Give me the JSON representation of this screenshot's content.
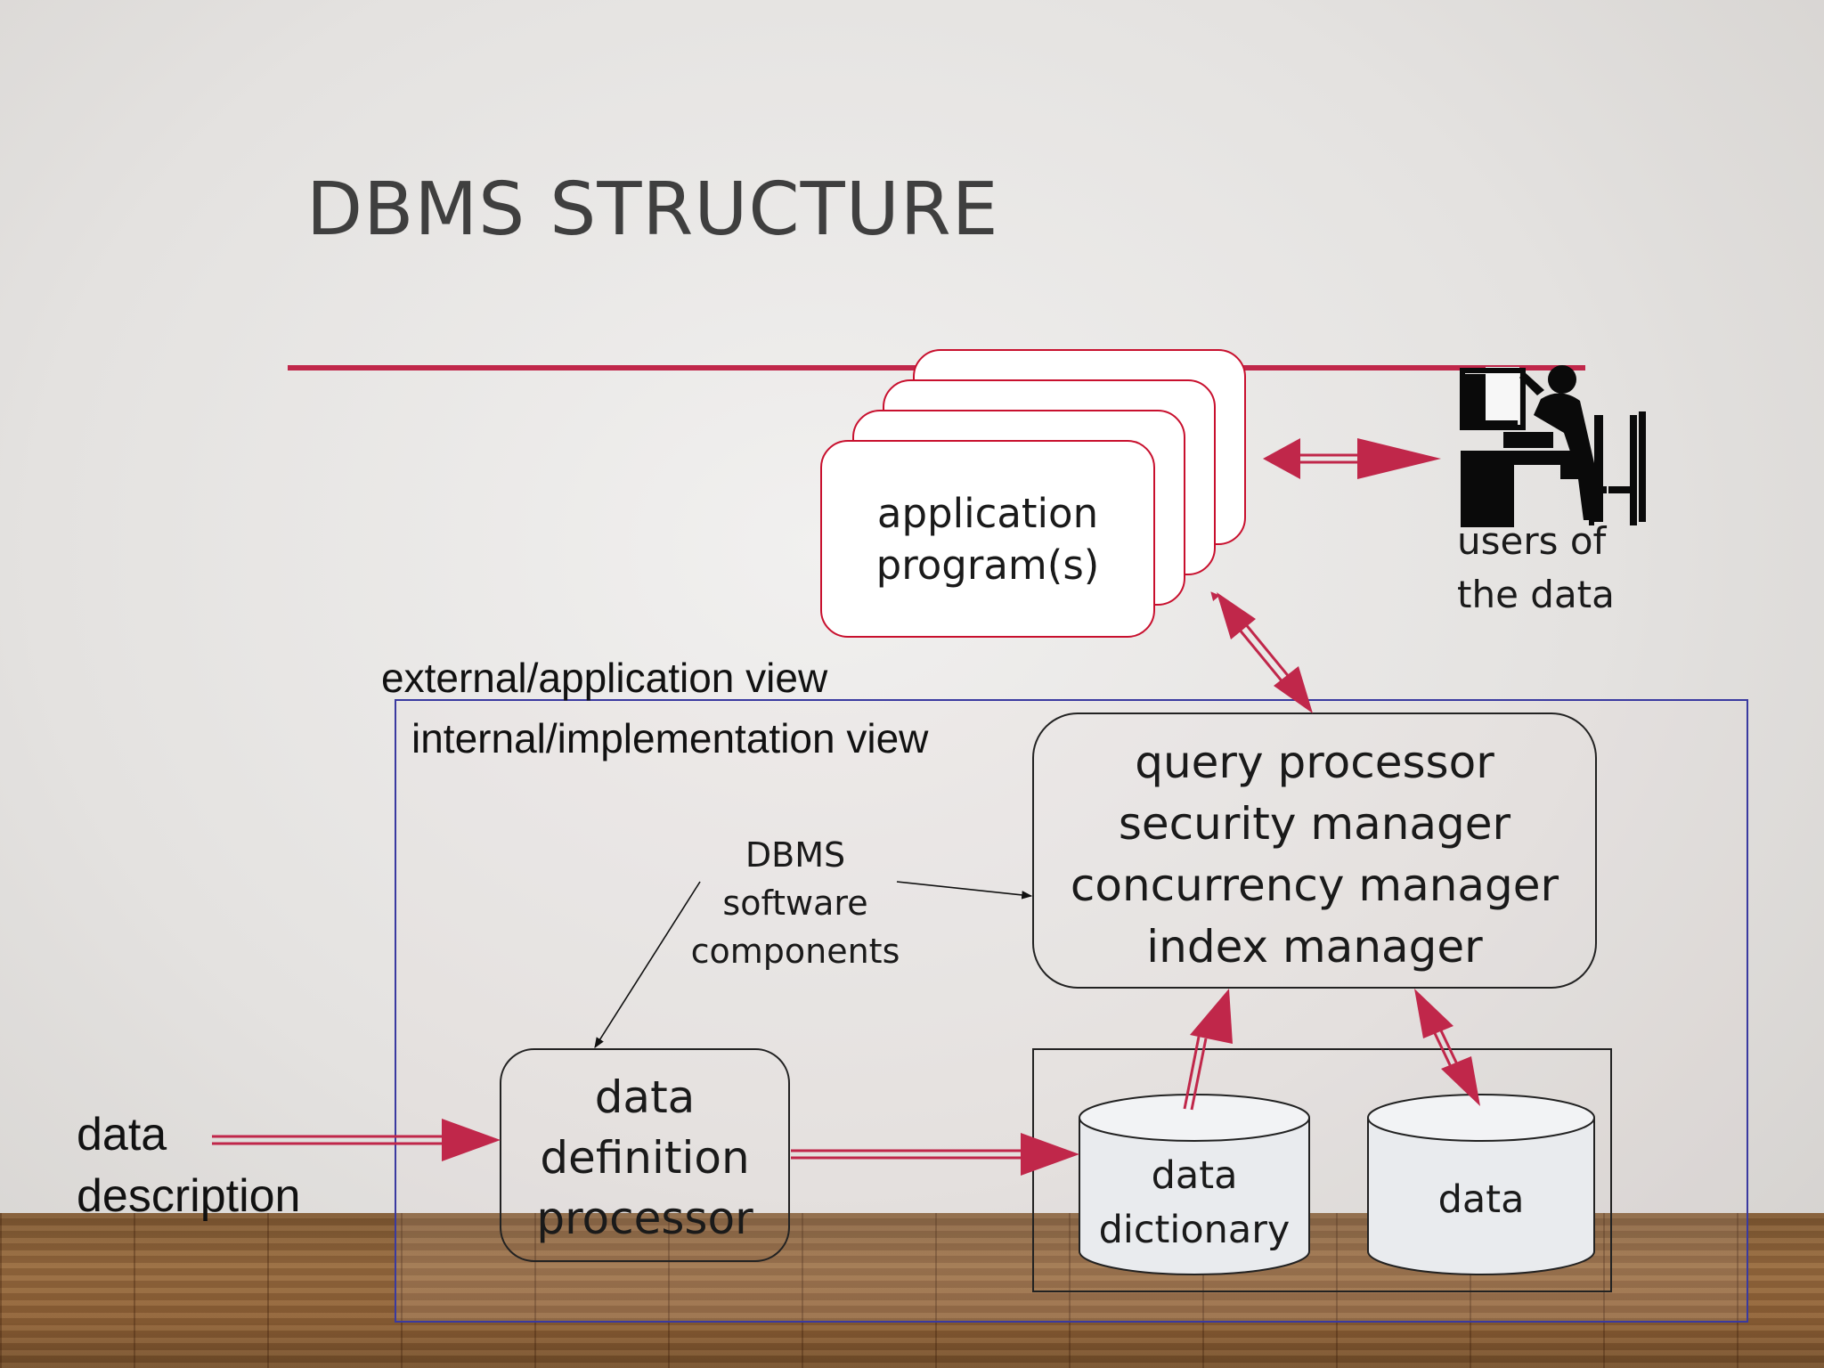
{
  "title": "DBMS STRUCTURE",
  "colors": {
    "accent": "#c0274a",
    "view_border": "#3a3aa0",
    "box_border": "#222222",
    "app_border": "#c8102e"
  },
  "app_programs": [
    "application",
    "program(s)"
  ],
  "users": [
    "users of",
    "the data"
  ],
  "external_view": "external/application view",
  "internal_view": "internal/implementation view",
  "processor_box": [
    "query processor",
    "security manager",
    "concurrency manager",
    "index manager"
  ],
  "dbms_components": [
    "DBMS",
    "software",
    "components"
  ],
  "ddl_processor": [
    "data",
    "definition",
    "processor"
  ],
  "data_description": [
    "data",
    "description"
  ],
  "data_dictionary": [
    "data",
    "dictionary"
  ],
  "data_store": "data",
  "icons": [
    "computer-user-icon"
  ]
}
